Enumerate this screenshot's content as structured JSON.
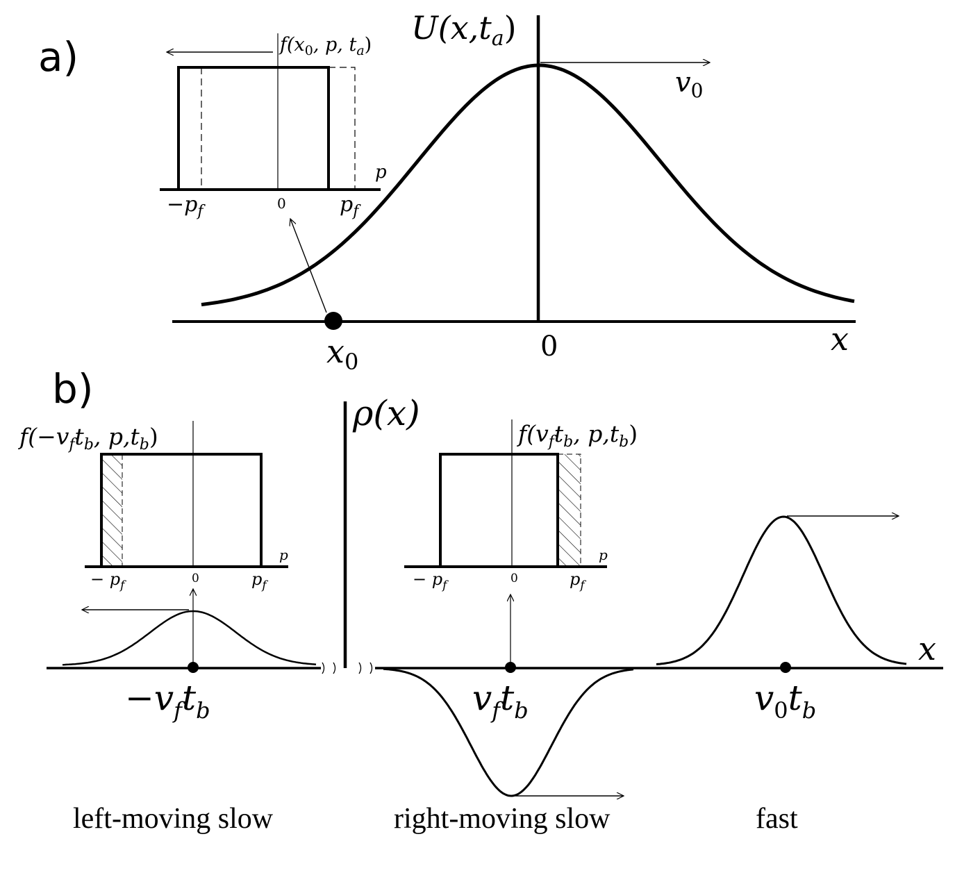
{
  "panel_a": {
    "label": "a)",
    "potential_label": "U(x,t",
    "potential_sub": "a",
    "potential_close": ")",
    "x_axis": "x",
    "origin": "0",
    "point": "x",
    "point_sub": "0",
    "velocity": "v",
    "velocity_sub": "0",
    "inset": {
      "title": "f(x",
      "title_sub": "0",
      "title_rest": ", p, t",
      "title_sub2": "a",
      "title_close": ")",
      "axis": "p",
      "left_tick": "−p",
      "left_sub": "f",
      "center_tick": "0",
      "right_tick": "p",
      "right_sub": "f"
    }
  },
  "panel_b": {
    "label": "b)",
    "density_label": "ρ(x)",
    "x_axis": "x",
    "left": {
      "inset_title": "f(−v",
      "inset_sub": "f",
      "inset_mid": "t",
      "inset_sub2": "b",
      "inset_rest": ", p,t",
      "inset_sub3": "b",
      "inset_close": ")",
      "axis": "p",
      "left_tick": "− p",
      "left_sub": "f",
      "center_tick": "0",
      "right_tick": "p",
      "right_sub": "f",
      "point": "−v",
      "point_sub": "f",
      "point_t": "t",
      "point_sub2": "b",
      "caption": "left-moving slow"
    },
    "middle": {
      "inset_title": "f(v",
      "inset_sub": "f",
      "inset_mid": "t",
      "inset_sub2": "b",
      "inset_rest": ", p,t",
      "inset_sub3": "b",
      "inset_close": ")",
      "axis": "p",
      "left_tick": "− p",
      "left_sub": "f",
      "center_tick": "0",
      "right_tick": "p",
      "right_sub": "f",
      "point": "v",
      "point_sub": "f",
      "point_t": "t",
      "point_sub2": "b",
      "caption": "right-moving slow"
    },
    "right": {
      "point": "v",
      "point_sub": "0",
      "point_t": "t",
      "point_sub2": "b",
      "caption": "fast"
    }
  }
}
